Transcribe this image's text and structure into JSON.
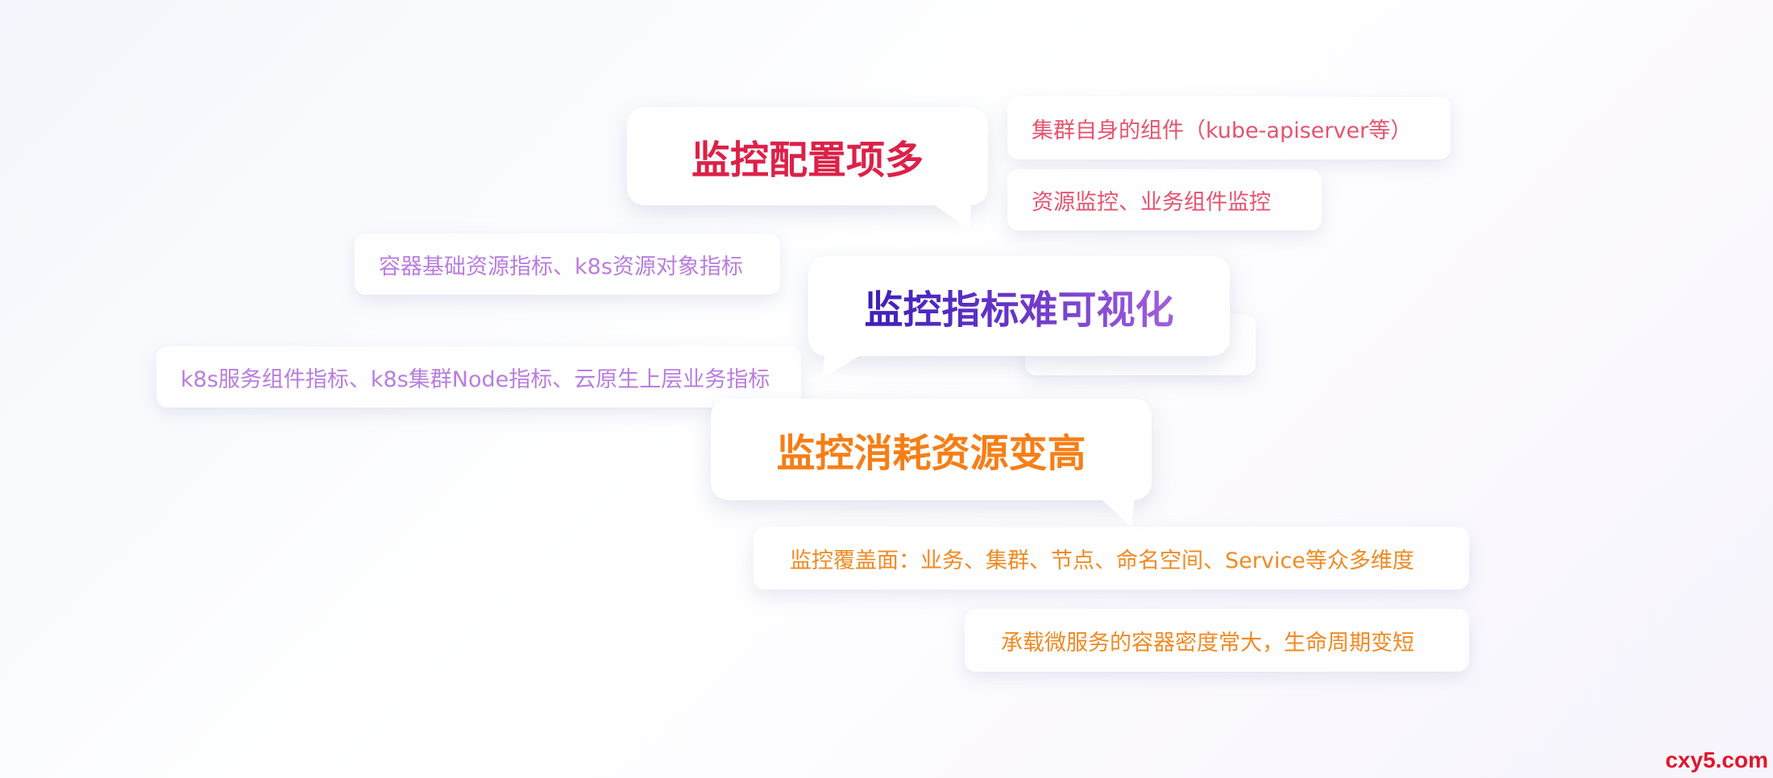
{
  "bubbles": {
    "config": {
      "title": "监控配置项多",
      "details": [
        "集群自身的组件（kube-apiserver等）",
        "资源监控、业务组件监控"
      ]
    },
    "visual": {
      "title": "监控指标难可视化",
      "details": [
        "容器基础资源指标、k8s资源对象指标",
        "k8s服务组件指标、k8s集群Node指标、云原生上层业务指标"
      ]
    },
    "resource": {
      "title": "监控消耗资源变高",
      "details": [
        "监控覆盖面：业务、集群、节点、命名空间、Service等众多维度",
        "承载微服务的容器密度常大，生命周期变短"
      ]
    }
  },
  "watermark": "cxy5.com",
  "colors": {
    "config_title": "#dc2148",
    "config_detail": "#e6536e",
    "visual_title_start": "#3b1fb8",
    "visual_title_end": "#a260dc",
    "visual_detail": "#b97de0",
    "resource_title": "#f77e16",
    "resource_detail": "#f08a22"
  }
}
